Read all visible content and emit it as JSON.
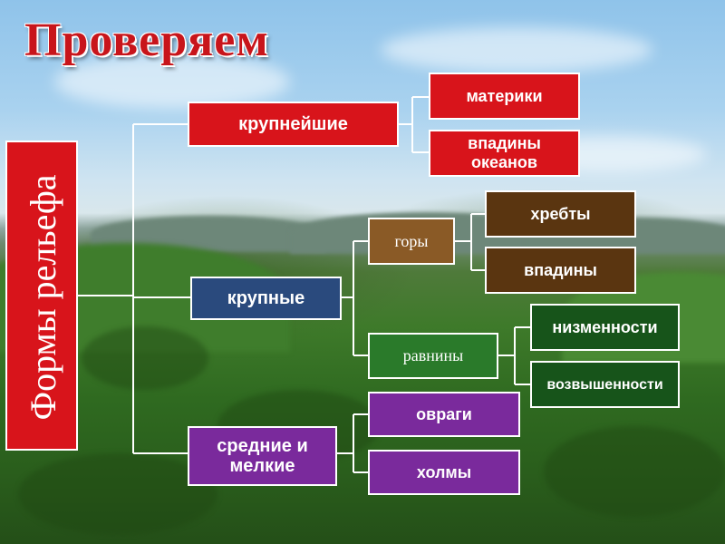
{
  "title": "Проверяем",
  "root": {
    "label": "Формы рельефа"
  },
  "level1": {
    "largest": "крупнейшие",
    "large": "крупные",
    "medium_small": "средние и мелкие"
  },
  "largest_children": {
    "continents": "материки",
    "ocean_basins": "впадины океанов"
  },
  "large_children": {
    "mountains": "горы",
    "plains": "равнины"
  },
  "mountains_children": {
    "ridges": "хребты",
    "depressions": "впадины"
  },
  "plains_children": {
    "lowlands": "низменности",
    "uplands": "возвышенности"
  },
  "medium_small_children": {
    "ravines": "овраги",
    "hills": "холмы"
  },
  "colors": {
    "title": "#c8151b",
    "largest": "#d8141b",
    "large": "#2a4a7d",
    "medium_small": "#7a2a9c",
    "mountains": "#8a5a26",
    "mountain_parts": "#5a3510",
    "plains": "#2a7a2a",
    "plain_parts": "#17541a",
    "connector": "#ffffff"
  }
}
